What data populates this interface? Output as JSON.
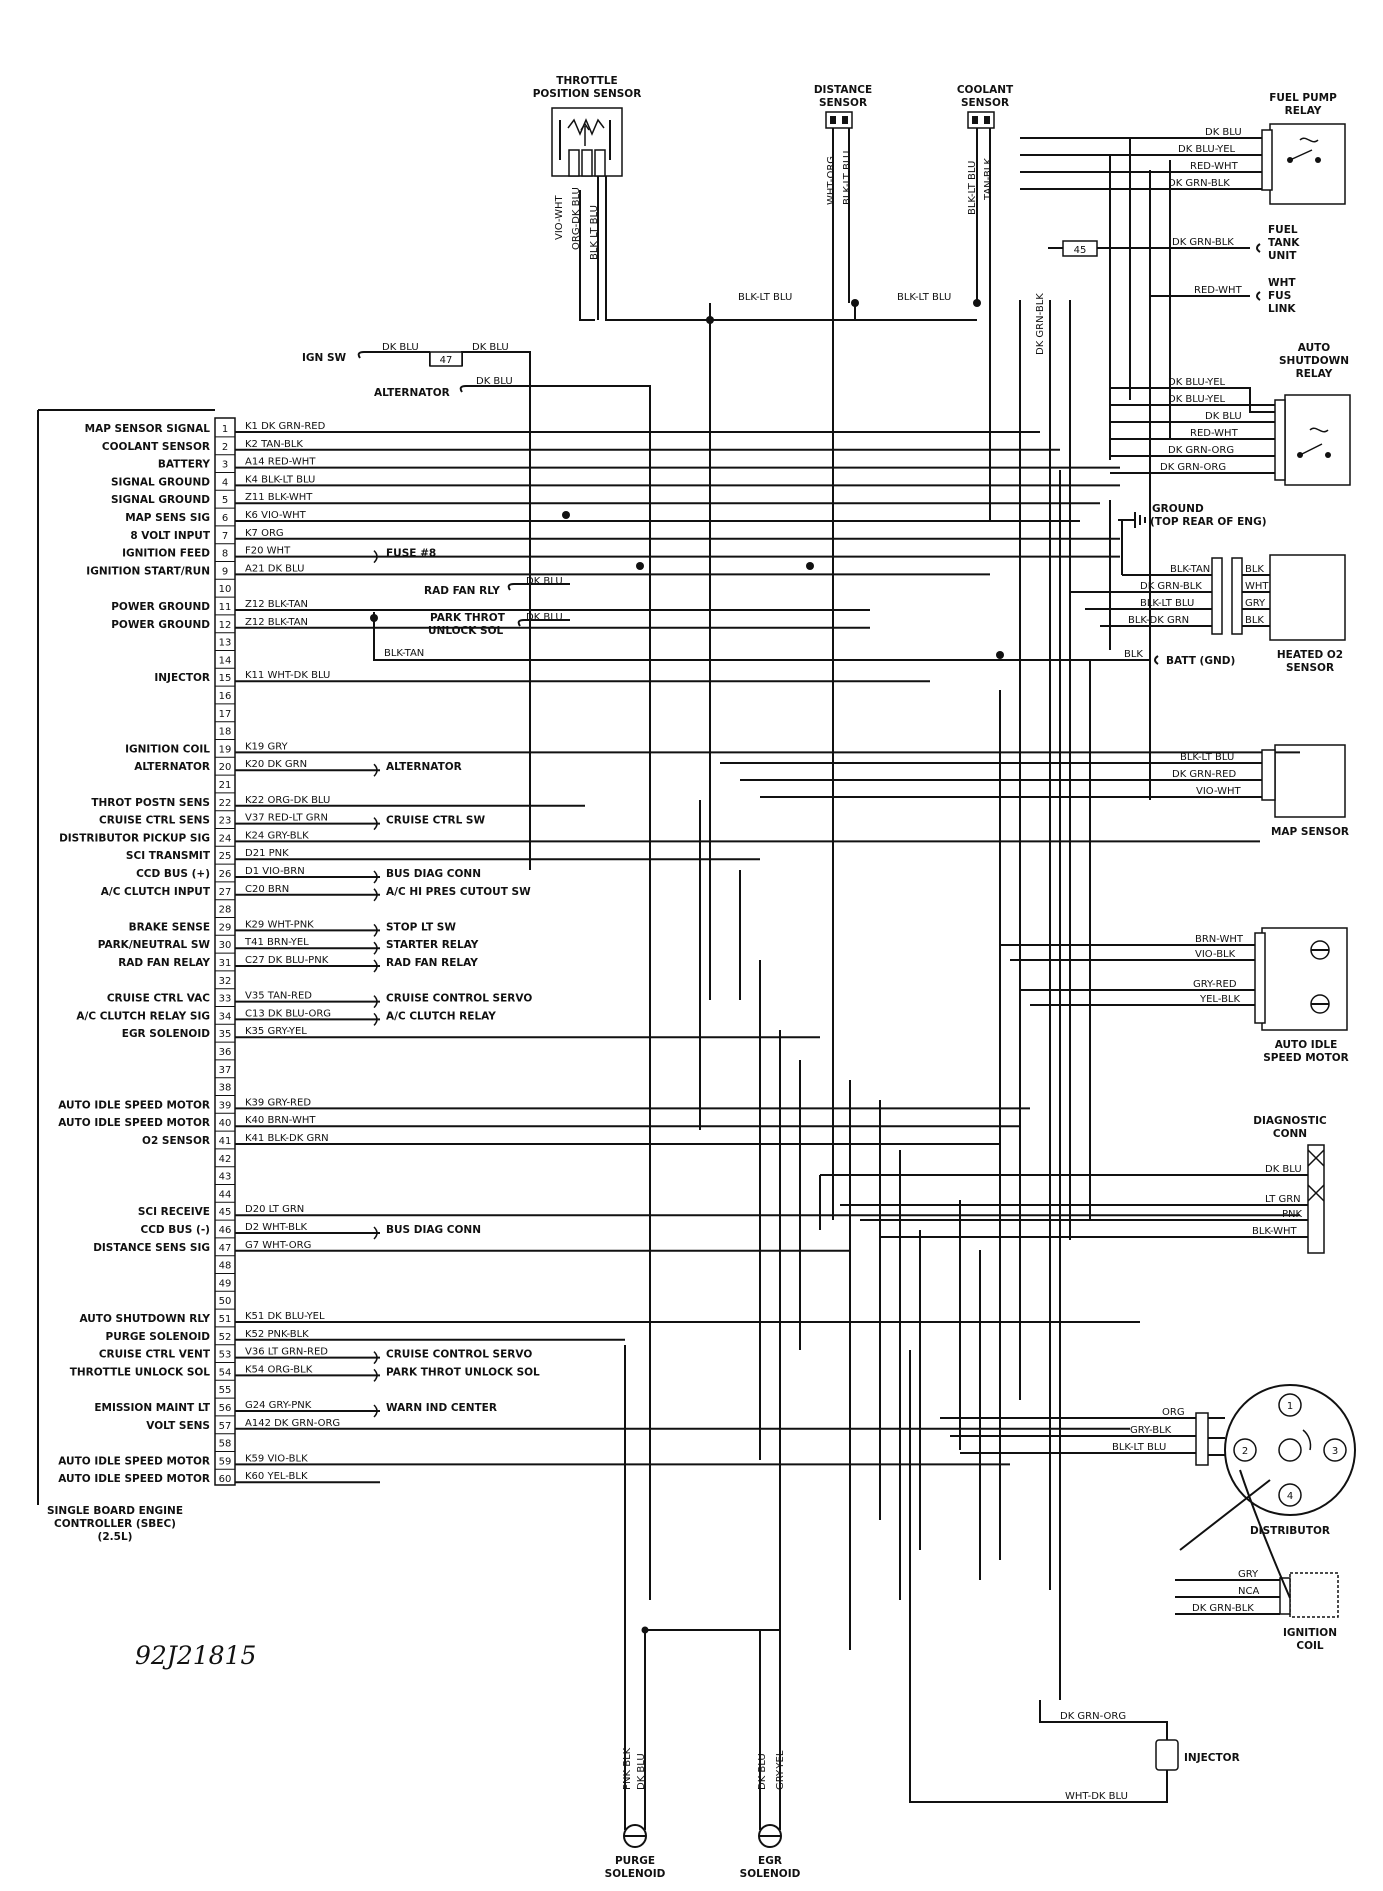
{
  "sheet_id": "92J21815",
  "ecu": {
    "title_lines": [
      "SINGLE BOARD ENGINE",
      "CONTROLLER (SBEC)",
      "(2.5L)"
    ],
    "pins": [
      {
        "num": "1",
        "signal": "MAP SENSOR SIGNAL",
        "wire": "K1 DK GRN-RED",
        "dest": ""
      },
      {
        "num": "2",
        "signal": "COOLANT SENSOR",
        "wire": "K2 TAN-BLK",
        "dest": ""
      },
      {
        "num": "3",
        "signal": "BATTERY",
        "wire": "A14 RED-WHT",
        "dest": ""
      },
      {
        "num": "4",
        "signal": "SIGNAL GROUND",
        "wire": "K4 BLK-LT BLU",
        "dest": ""
      },
      {
        "num": "5",
        "signal": "SIGNAL GROUND",
        "wire": "Z11 BLK-WHT",
        "dest": ""
      },
      {
        "num": "6",
        "signal": "MAP SENS SIG",
        "wire": "K6 VIO-WHT",
        "dest": ""
      },
      {
        "num": "7",
        "signal": "8 VOLT INPUT",
        "wire": "K7 ORG",
        "dest": ""
      },
      {
        "num": "8",
        "signal": "IGNITION FEED",
        "wire": "F20 WHT",
        "dest": "FUSE #8"
      },
      {
        "num": "9",
        "signal": "IGNITION START/RUN",
        "wire": "A21 DK BLU",
        "dest": ""
      },
      {
        "num": "10",
        "signal": "",
        "wire": "",
        "dest": ""
      },
      {
        "num": "11",
        "signal": "POWER GROUND",
        "wire": "Z12 BLK-TAN",
        "dest": ""
      },
      {
        "num": "12",
        "signal": "POWER GROUND",
        "wire": "Z12 BLK-TAN",
        "dest": ""
      },
      {
        "num": "13",
        "signal": "",
        "wire": "",
        "dest": ""
      },
      {
        "num": "14",
        "signal": "",
        "wire": "",
        "dest": ""
      },
      {
        "num": "15",
        "signal": "INJECTOR",
        "wire": "K11 WHT-DK BLU",
        "dest": ""
      },
      {
        "num": "16",
        "signal": "",
        "wire": "",
        "dest": ""
      },
      {
        "num": "17",
        "signal": "",
        "wire": "",
        "dest": ""
      },
      {
        "num": "18",
        "signal": "",
        "wire": "",
        "dest": ""
      },
      {
        "num": "19",
        "signal": "IGNITION COIL",
        "wire": "K19 GRY",
        "dest": ""
      },
      {
        "num": "20",
        "signal": "ALTERNATOR",
        "wire": "K20 DK GRN",
        "dest": "ALTERNATOR"
      },
      {
        "num": "21",
        "signal": "",
        "wire": "",
        "dest": ""
      },
      {
        "num": "22",
        "signal": "THROT POSTN SENS",
        "wire": "K22 ORG-DK BLU",
        "dest": ""
      },
      {
        "num": "23",
        "signal": "CRUISE CTRL SENS",
        "wire": "V37 RED-LT GRN",
        "dest": "CRUISE CTRL SW"
      },
      {
        "num": "24",
        "signal": "DISTRIBUTOR PICKUP SIG",
        "wire": "K24 GRY-BLK",
        "dest": ""
      },
      {
        "num": "25",
        "signal": "SCI TRANSMIT",
        "wire": "D21 PNK",
        "dest": ""
      },
      {
        "num": "26",
        "signal": "CCD BUS (+)",
        "wire": "D1 VIO-BRN",
        "dest": "BUS DIAG CONN"
      },
      {
        "num": "27",
        "signal": "A/C CLUTCH INPUT",
        "wire": "C20 BRN",
        "dest": "A/C HI PRES CUTOUT SW"
      },
      {
        "num": "28",
        "signal": "",
        "wire": "",
        "dest": ""
      },
      {
        "num": "29",
        "signal": "BRAKE SENSE",
        "wire": "K29 WHT-PNK",
        "dest": "STOP LT SW"
      },
      {
        "num": "30",
        "signal": "PARK/NEUTRAL SW",
        "wire": "T41 BRN-YEL",
        "dest": "STARTER RELAY"
      },
      {
        "num": "31",
        "signal": "RAD FAN RELAY",
        "wire": "C27 DK BLU-PNK",
        "dest": "RAD FAN RELAY"
      },
      {
        "num": "32",
        "signal": "",
        "wire": "",
        "dest": ""
      },
      {
        "num": "33",
        "signal": "CRUISE CTRL VAC",
        "wire": "V35 TAN-RED",
        "dest": "CRUISE CONTROL SERVO"
      },
      {
        "num": "34",
        "signal": "A/C CLUTCH RELAY SIG",
        "wire": "C13 DK BLU-ORG",
        "dest": "A/C CLUTCH RELAY"
      },
      {
        "num": "35",
        "signal": "EGR SOLENOID",
        "wire": "K35 GRY-YEL",
        "dest": ""
      },
      {
        "num": "36",
        "signal": "",
        "wire": "",
        "dest": ""
      },
      {
        "num": "37",
        "signal": "",
        "wire": "",
        "dest": ""
      },
      {
        "num": "38",
        "signal": "",
        "wire": "",
        "dest": ""
      },
      {
        "num": "39",
        "signal": "AUTO IDLE SPEED MOTOR",
        "wire": "K39 GRY-RED",
        "dest": ""
      },
      {
        "num": "40",
        "signal": "AUTO IDLE SPEED MOTOR",
        "wire": "K40 BRN-WHT",
        "dest": ""
      },
      {
        "num": "41",
        "signal": "O2 SENSOR",
        "wire": "K41 BLK-DK GRN",
        "dest": ""
      },
      {
        "num": "42",
        "signal": "",
        "wire": "",
        "dest": ""
      },
      {
        "num": "43",
        "signal": "",
        "wire": "",
        "dest": ""
      },
      {
        "num": "44",
        "signal": "",
        "wire": "",
        "dest": ""
      },
      {
        "num": "45",
        "signal": "SCI RECEIVE",
        "wire": "D20 LT GRN",
        "dest": ""
      },
      {
        "num": "46",
        "signal": "CCD BUS (-)",
        "wire": "D2 WHT-BLK",
        "dest": "BUS DIAG CONN"
      },
      {
        "num": "47",
        "signal": "DISTANCE SENS SIG",
        "wire": "G7 WHT-ORG",
        "dest": ""
      },
      {
        "num": "48",
        "signal": "",
        "wire": "",
        "dest": ""
      },
      {
        "num": "49",
        "signal": "",
        "wire": "",
        "dest": ""
      },
      {
        "num": "50",
        "signal": "",
        "wire": "",
        "dest": ""
      },
      {
        "num": "51",
        "signal": "AUTO SHUTDOWN RLY",
        "wire": "K51 DK BLU-YEL",
        "dest": ""
      },
      {
        "num": "52",
        "signal": "PURGE SOLENOID",
        "wire": "K52 PNK-BLK",
        "dest": ""
      },
      {
        "num": "53",
        "signal": "CRUISE CTRL VENT",
        "wire": "V36 LT GRN-RED",
        "dest": "CRUISE CONTROL SERVO"
      },
      {
        "num": "54",
        "signal": "THROTTLE UNLOCK SOL",
        "wire": "K54 ORG-BLK",
        "dest": "PARK THROT UNLOCK SOL"
      },
      {
        "num": "55",
        "signal": "",
        "wire": "",
        "dest": ""
      },
      {
        "num": "56",
        "signal": "EMISSION MAINT LT",
        "wire": "G24 GRY-PNK",
        "dest": "WARN IND CENTER"
      },
      {
        "num": "57",
        "signal": "VOLT SENS",
        "wire": "A142 DK GRN-ORG",
        "dest": ""
      },
      {
        "num": "58",
        "signal": "",
        "wire": "",
        "dest": ""
      },
      {
        "num": "59",
        "signal": "AUTO IDLE SPEED MOTOR",
        "wire": "K59 VIO-BLK",
        "dest": ""
      },
      {
        "num": "60",
        "signal": "AUTO IDLE SPEED MOTOR",
        "wire": "K60 YEL-BLK",
        "dest": ""
      }
    ]
  },
  "top_components": {
    "tps": {
      "title": [
        "THROTTLE",
        "POSITION SENSOR"
      ],
      "wires": [
        "VIO-WHT",
        "ORG-DK BLU",
        "BLK LT BLU"
      ]
    },
    "distance": {
      "title": [
        "DISTANCE",
        "SENSOR"
      ],
      "wires": [
        "WHT-ORG",
        "BLK-LT BLU"
      ]
    },
    "coolant": {
      "title": [
        "COOLANT",
        "SENSOR"
      ],
      "wires": [
        "BLK-LT BLU",
        "TAN-BLK"
      ]
    },
    "bus1": "BLK-LT BLU",
    "bus2": "BLK-LT BLU",
    "ign_sw": "IGN SW",
    "ign_sw_wire": "DK BLU",
    "fuse47": "47",
    "fuse47_out": "DK BLU",
    "alternator": "ALTERNATOR",
    "alternator_wire": "DK BLU",
    "dk_grn_blk_vertical": "DK GRN-BLK"
  },
  "mid_labels": {
    "rad_fan_rly": "RAD FAN RLY",
    "rad_fan_wire": "DK BLU",
    "park_throt": [
      "PARK THROT",
      "UNLOCK SOL"
    ],
    "park_throt_wire": "DK BLU",
    "blk_tan": "BLK-TAN"
  },
  "right_components": {
    "fuel_pump_relay": {
      "title": [
        "FUEL PUMP",
        "RELAY"
      ],
      "wires": [
        "DK BLU",
        "DK BLU-YEL",
        "RED-WHT",
        "DK GRN-BLK"
      ]
    },
    "fuel_tank": {
      "title": [
        "FUEL",
        "TANK",
        "UNIT"
      ],
      "wire": "DK GRN-BLK",
      "fuse": "45"
    },
    "fus_link": {
      "title": [
        "WHT",
        "FUS",
        "LINK"
      ],
      "wire": "RED-WHT"
    },
    "asd_relay": {
      "title": [
        "AUTO",
        "SHUTDOWN",
        "RELAY"
      ],
      "wires": [
        "DK BLU-YEL",
        "DK BLU-YEL",
        "DK BLU",
        "RED-WHT",
        "DK GRN-ORG",
        "DK GRN-ORG"
      ]
    },
    "ground": {
      "title": [
        "GROUND",
        "(TOP REAR OF ENG)"
      ]
    },
    "o2": {
      "title": [
        "HEATED O2",
        "SENSOR"
      ],
      "wires_in": [
        "BLK-TAN",
        "DK GRN-BLK",
        "BLK-LT BLU",
        "BLK-DK GRN"
      ],
      "wires_out": [
        "BLK",
        "WHT",
        "GRY",
        "BLK"
      ]
    },
    "batt": {
      "label": "BATT (GND)",
      "wire": "BLK"
    },
    "map": {
      "title": [
        "MAP SENSOR"
      ],
      "wires": [
        "BLK-LT BLU",
        "DK GRN-RED",
        "VIO-WHT"
      ]
    },
    "ais": {
      "title": [
        "AUTO IDLE",
        "SPEED MOTOR"
      ],
      "wires": [
        "BRN-WHT",
        "VIO-BLK",
        "GRY-RED",
        "YEL-BLK"
      ]
    },
    "diag": {
      "title": [
        "DIAGNOSTIC",
        "CONN"
      ],
      "wires": [
        "DK BLU",
        "LT GRN",
        "PNK",
        "BLK-WHT"
      ]
    },
    "distributor": {
      "title": [
        "DISTRIBUTOR"
      ],
      "wires": [
        "ORG",
        "GRY-BLK",
        "BLK-LT BLU"
      ],
      "terminals": [
        "1",
        "2",
        "3",
        "4"
      ]
    },
    "coil": {
      "title": [
        "IGNITION",
        "COIL"
      ],
      "wires": [
        "GRY",
        "NCA",
        "DK GRN-BLK"
      ]
    },
    "injector": {
      "title": [
        "INJECTOR"
      ],
      "wires": [
        "DK GRN-ORG",
        "WHT-DK BLU"
      ]
    }
  },
  "bottom_components": {
    "purge": {
      "title": [
        "PURGE",
        "SOLENOID"
      ],
      "wires": [
        "PNK BLK",
        "DK BLU"
      ]
    },
    "egr": {
      "title": [
        "EGR",
        "SOLENOID"
      ],
      "wires": [
        "DK BLU",
        "GRY-YEL"
      ]
    }
  }
}
